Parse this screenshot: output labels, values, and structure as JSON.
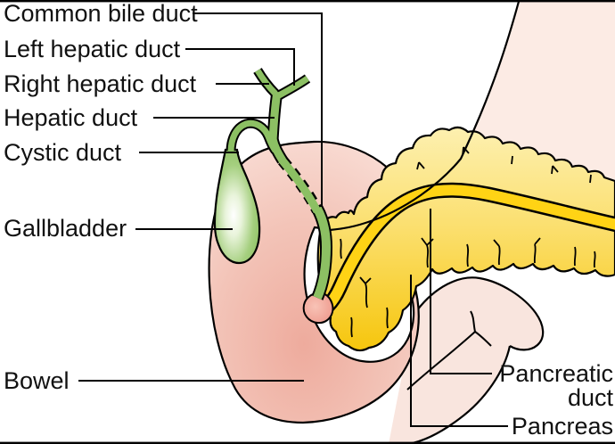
{
  "figure": {
    "type": "anatomical-diagram",
    "subject": "Biliary system: gallbladder, bile ducts, pancreas and bowel",
    "labels": {
      "common_bile_duct": "Common bile duct",
      "left_hepatic_duct": "Left hepatic duct",
      "right_hepatic_duct": "Right hepatic duct",
      "hepatic_duct": "Hepatic duct",
      "cystic_duct": "Cystic duct",
      "gallbladder": "Gallbladder",
      "bowel": "Bowel",
      "pancreatic_duct_line1": "Pancreatic",
      "pancreatic_duct_line2": "duct",
      "pancreas": "Pancreas"
    },
    "colors": {
      "background": "#ffffff",
      "outline": "#000000",
      "text": "#111111",
      "duct_green": "#8cc063",
      "pancreas_light": "#fdf0b0",
      "pancreas_deep": "#f6c60d",
      "pancreatic_duct_yellow": "#ffd315",
      "bowel_pink_deep": "#eeab9d",
      "bowel_pink_light": "#f9ddd5",
      "papilla_pink": "#ec9286",
      "body_pale_pink": "#fcebe4",
      "jejunum_pale_pink": "#f9e5de"
    }
  }
}
